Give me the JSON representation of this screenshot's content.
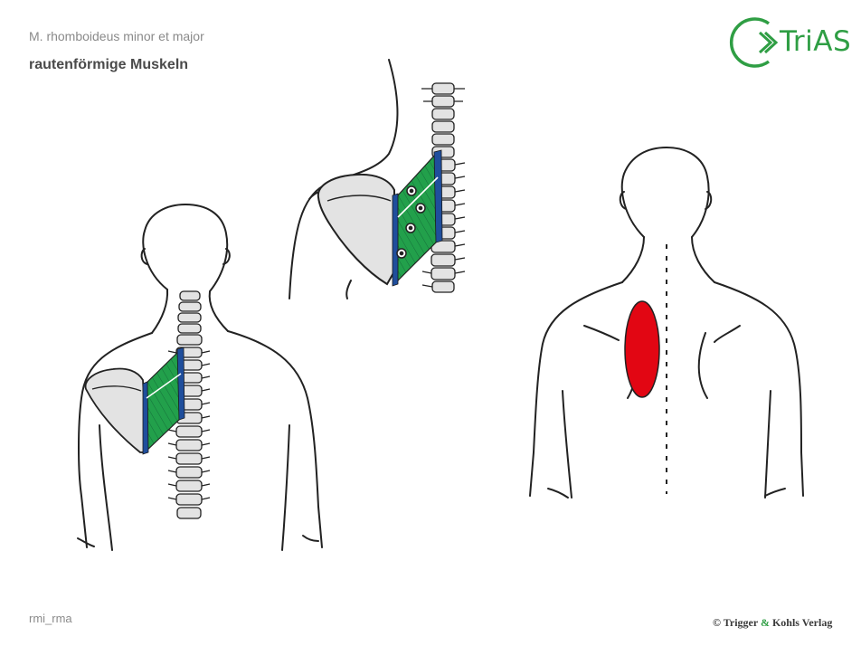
{
  "header": {
    "subtitle": "M. rhomboideus minor et major",
    "title": "rautenförmige Muskeln"
  },
  "footer": {
    "code": "rmi_rma",
    "copyright_prefix": "© Trigger ",
    "copyright_amp": "&",
    "copyright_suffix": " Kohls Verlag"
  },
  "logo": {
    "text": "TriAS",
    "icon": "chevron-circle-icon"
  },
  "colors": {
    "muscle": "#22a04b",
    "tendon": "#1f4e9c",
    "bone": "#e3e3e3",
    "pain_zone": "#e20613",
    "outline": "#222222",
    "brand": "#2f9e44"
  }
}
